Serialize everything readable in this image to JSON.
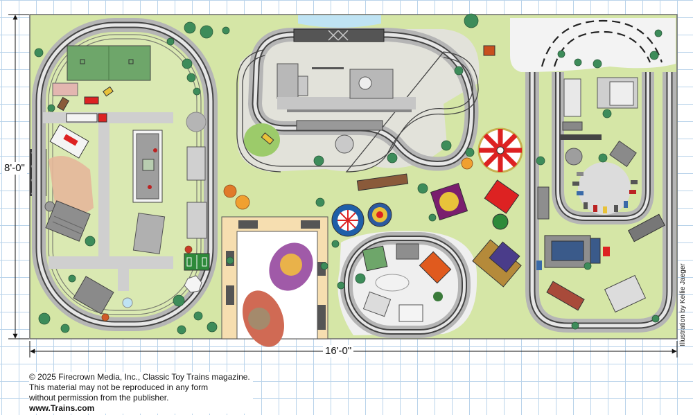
{
  "dimensions": {
    "height": "8'-0\"",
    "width": "16'-0\""
  },
  "credit": "Illustration by Kellie Jaeger",
  "copyright": {
    "line1": "© 2025 Firecrown Media, Inc., Classic Toy Trains magazine.",
    "line2": "This material may not be reproduced in any form",
    "line3": "without permission from the publisher.",
    "website": "www.Trains.com"
  },
  "colors": {
    "grass": "#d5e6a6",
    "grass_dark": "#c4db8c",
    "ballast": "#dcdcdc",
    "rail": "#3d3d3d",
    "road": "#cfcfcf",
    "access_frame": "#f6deb0",
    "snow": "#f3f3f3",
    "water": "#bfe3f3"
  }
}
